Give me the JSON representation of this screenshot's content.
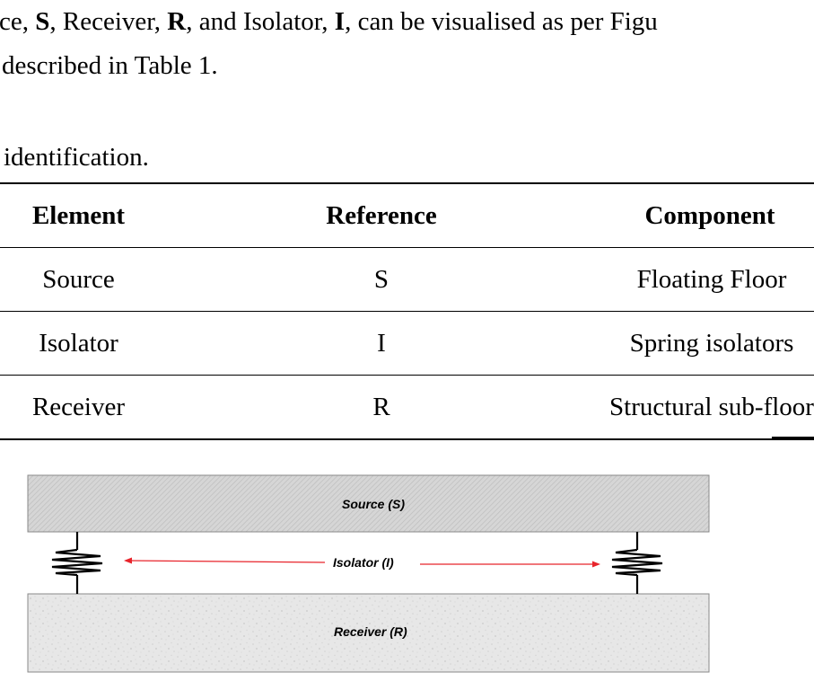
{
  "body_text": {
    "line1_parts": [
      "ce, ",
      "S",
      ", Receiver, ",
      "R",
      ", and Isolator, ",
      "I",
      ", can be visualised as per Figu"
    ],
    "line2": "described in Table 1."
  },
  "table_caption": "identification.",
  "table": {
    "headers": [
      "Element",
      "Reference",
      "Component"
    ],
    "rows": [
      [
        "Source",
        "S",
        "Floating Floor"
      ],
      [
        "Isolator",
        "I",
        "Spring isolators"
      ],
      [
        "Receiver",
        "R",
        "Structural sub-floor"
      ]
    ]
  },
  "figure": {
    "source_label": "Source (S)",
    "isolator_label": "Isolator (I)",
    "receiver_label": "Receiver (R)",
    "arrow_color": "#e8242b",
    "source_fill": "#d2d2d2",
    "receiver_fill": "#e6e6e6"
  }
}
